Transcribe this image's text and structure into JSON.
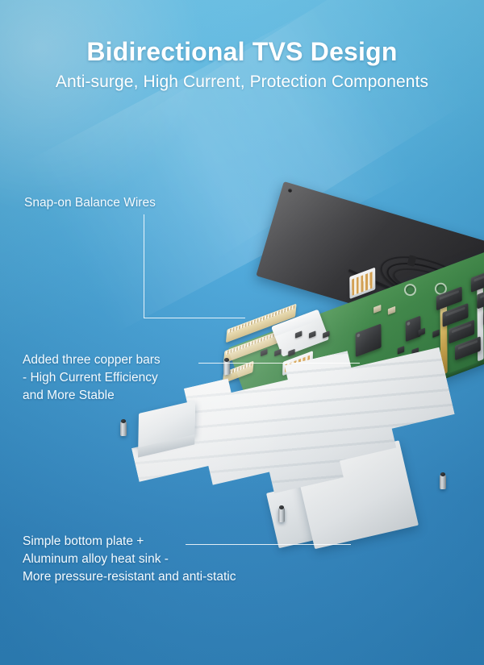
{
  "header": {
    "title": "Bidirectional TVS Design",
    "subtitle": "Anti-surge, High Current, Protection Components",
    "title_color": "#ffffff",
    "subtitle_color": "#ffffff"
  },
  "background": {
    "top_color": "#5fc2ec",
    "bottom_color": "#2e84bf"
  },
  "callouts": [
    {
      "id": "snap-on-balance-wires",
      "lines": [
        "Snap-on Balance Wires"
      ],
      "text_color": "#f4fbff"
    },
    {
      "id": "copper-bars",
      "lines": [
        "Added three copper bars",
        "- High Current Efficiency",
        " and More Stable"
      ],
      "text_color": "#f4fbff"
    },
    {
      "id": "bottom-plate",
      "lines": [
        "Simple bottom plate +",
        "Aluminum alloy heat sink -",
        "More pressure-resistant and anti-static"
      ],
      "text_color": "#f4fbff"
    }
  ],
  "product": {
    "pcb_color": "#3e8a48",
    "copper_bar_color": "#e0bf62",
    "mosfet_color": "#2c2e31",
    "connector_color": "#e8d9ab",
    "heatsink_color": "#f7f9fa",
    "backplate_color": "#2a2a2d",
    "cable_color": "#17171a"
  }
}
